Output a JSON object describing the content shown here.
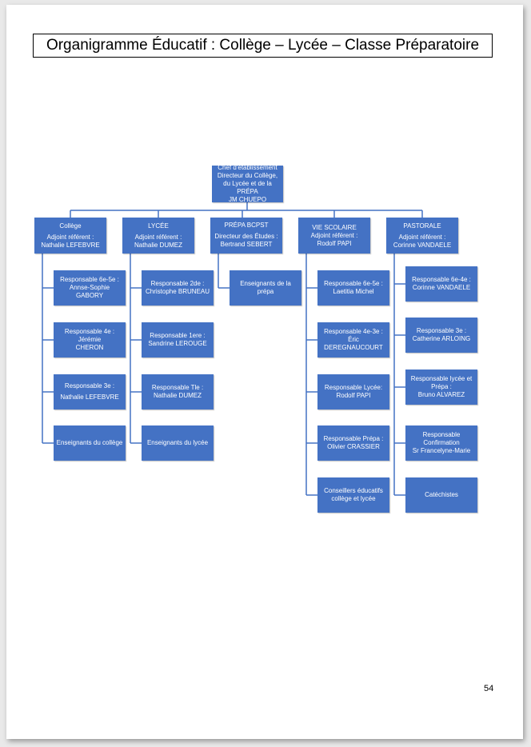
{
  "title": "Organigramme Éducatif : Collège – Lycée – Classe Préparatoire",
  "page_number": "54",
  "colors": {
    "box": "#4472c4",
    "line": "#4472c4",
    "text": "#ffffff"
  },
  "root": {
    "line1": "Chef d'établissement",
    "line2": "Directeur du Collège, du Lycée et de la PRÉPA",
    "line3": "JM CHUEPO"
  },
  "columns": [
    {
      "head": {
        "line1": "Collège",
        "line2": "Adjoint référent :",
        "line3": "Nathalie LEFEBVRE"
      },
      "items": [
        {
          "line1": "Responsable 6e-5e :",
          "line2": "Annse-Sophie GABORY"
        },
        {
          "line1": "Responsable 4e : Jérémie",
          "line2": "CHERON"
        },
        {
          "line1": "Responsable 3e :",
          "line2": "Nathalie LEFEBVRE"
        },
        {
          "line1": "Enseignants du collège",
          "line2": ""
        }
      ]
    },
    {
      "head": {
        "line1": "LYCÉE",
        "line2": "Adjoint référent :",
        "line3": "Nathalie DUMEZ"
      },
      "items": [
        {
          "line1": "Responsable 2de :",
          "line2": "Christophe BRUNEAU"
        },
        {
          "line1": "Responsable 1ere :",
          "line2": "Sandrine LEROUGE"
        },
        {
          "line1": "Responsable Tle :",
          "line2": "Nathalie DUMEZ"
        },
        {
          "line1": "Enseignants du lycée",
          "line2": ""
        }
      ]
    },
    {
      "head": {
        "line1": "PRÉPA BCPST",
        "line2": "Directeur des Études :",
        "line3": "Bertrand SEBERT"
      },
      "items": [
        {
          "line1": "Enseignants de la prépa",
          "line2": ""
        }
      ]
    },
    {
      "head": {
        "line1": "VIE SCOLAIRE",
        "line2": "Adjoint référent :",
        "line3": "Rodolf PAPI"
      },
      "items": [
        {
          "line1": "Responsable 6e-5e :",
          "line2": "Laetitia Michel"
        },
        {
          "line1": "Responsable 4e-3e :",
          "line2": "Éric DEREGNAUCOURT"
        },
        {
          "line1": "Responsable Lycée:",
          "line2": "Rodolf PAPI"
        },
        {
          "line1": "Responsable Prépa :",
          "line2": "Olivier CRASSIER"
        },
        {
          "line1": "Conseillers éducatifs",
          "line2": "collège et lycée"
        }
      ]
    },
    {
      "head": {
        "line1": "PASTORALE",
        "line2": "Adjoint référent :",
        "line3": "Corinne VANDAELE"
      },
      "items": [
        {
          "line1": "Responsable 6e-4e :",
          "line2": "Corinne VANDAELE"
        },
        {
          "line1": "Responsable 3e :",
          "line2": "Catherine ARLOING"
        },
        {
          "line1": "Responsable  lycée et",
          "line2": "Prépa :",
          "line3": "Bruno ALVAREZ"
        },
        {
          "line1": "Responsable",
          "line2": "Confirmation",
          "line3": "Sr Francelyne-Marie"
        },
        {
          "line1": "Catéchistes",
          "line2": ""
        }
      ]
    }
  ]
}
